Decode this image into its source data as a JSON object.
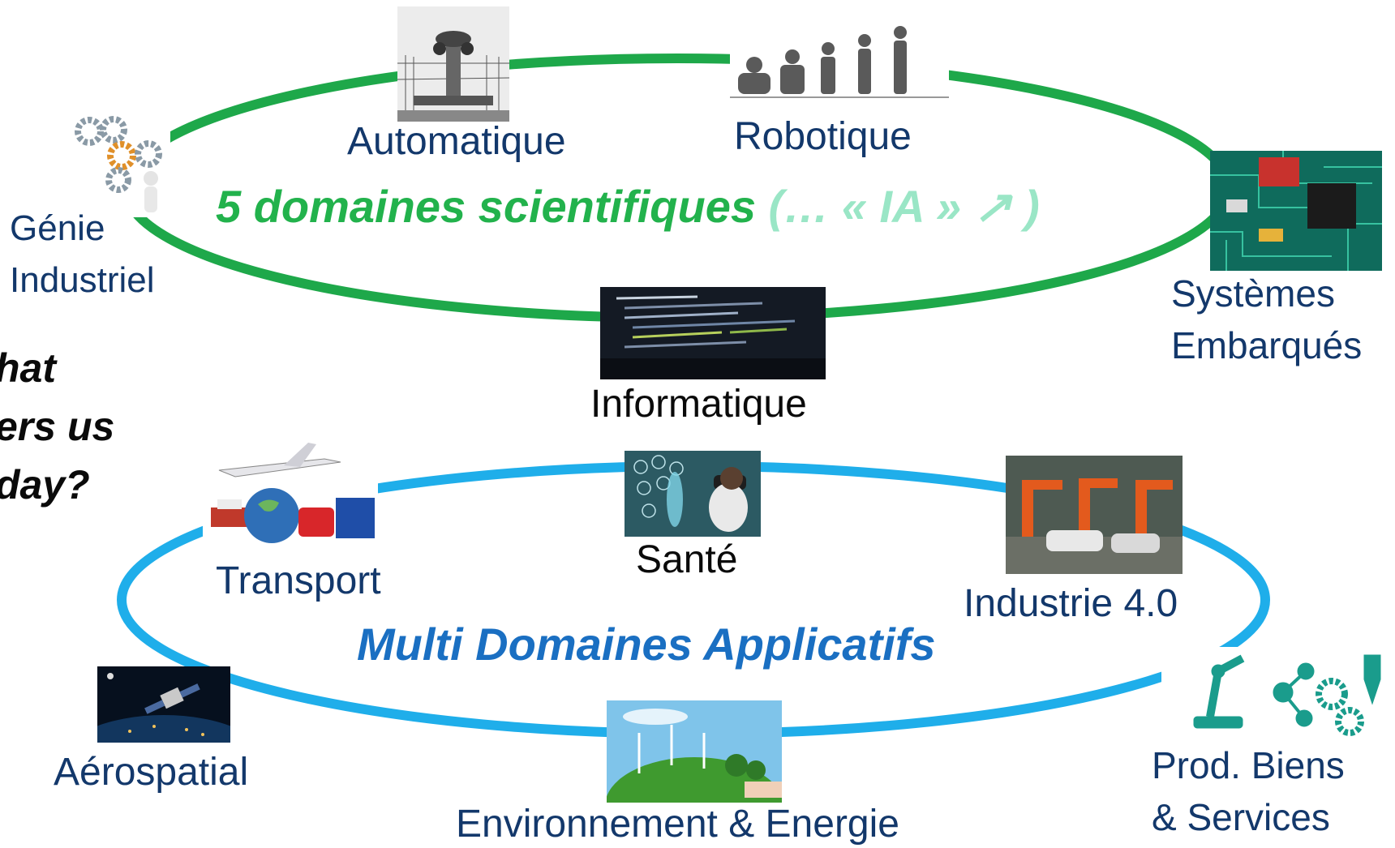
{
  "top_ring": {
    "title": "5 domaines scientifiques",
    "title_suffix": "(… « IA » ↗ )",
    "title_color": "#22b24c",
    "suffix_color": "#9ae6c6",
    "ring_color": "#1ea84a",
    "nodes": {
      "automatique": "Automatique",
      "robotique": "Robotique",
      "genie_line1": "Génie",
      "genie_line2": "Industriel",
      "systemes_line1": "Systèmes",
      "systemes_line2": "Embarqués",
      "informatique": "Informatique"
    }
  },
  "bottom_ring": {
    "title": "Multi Domaines Applicatifs",
    "title_color": "#1a6fc2",
    "ring_color": "#1faeea",
    "nodes": {
      "transport": "Transport",
      "sante": "Santé",
      "industrie": "Industrie 4.0",
      "aerospatial": "Aérospatial",
      "environnement": "Environnement & Energie",
      "prod_line1": "Prod. Biens",
      "prod_line2": "& Services"
    }
  },
  "side_question": {
    "line1": "hat",
    "line2": "ers us",
    "line3": "day?"
  }
}
